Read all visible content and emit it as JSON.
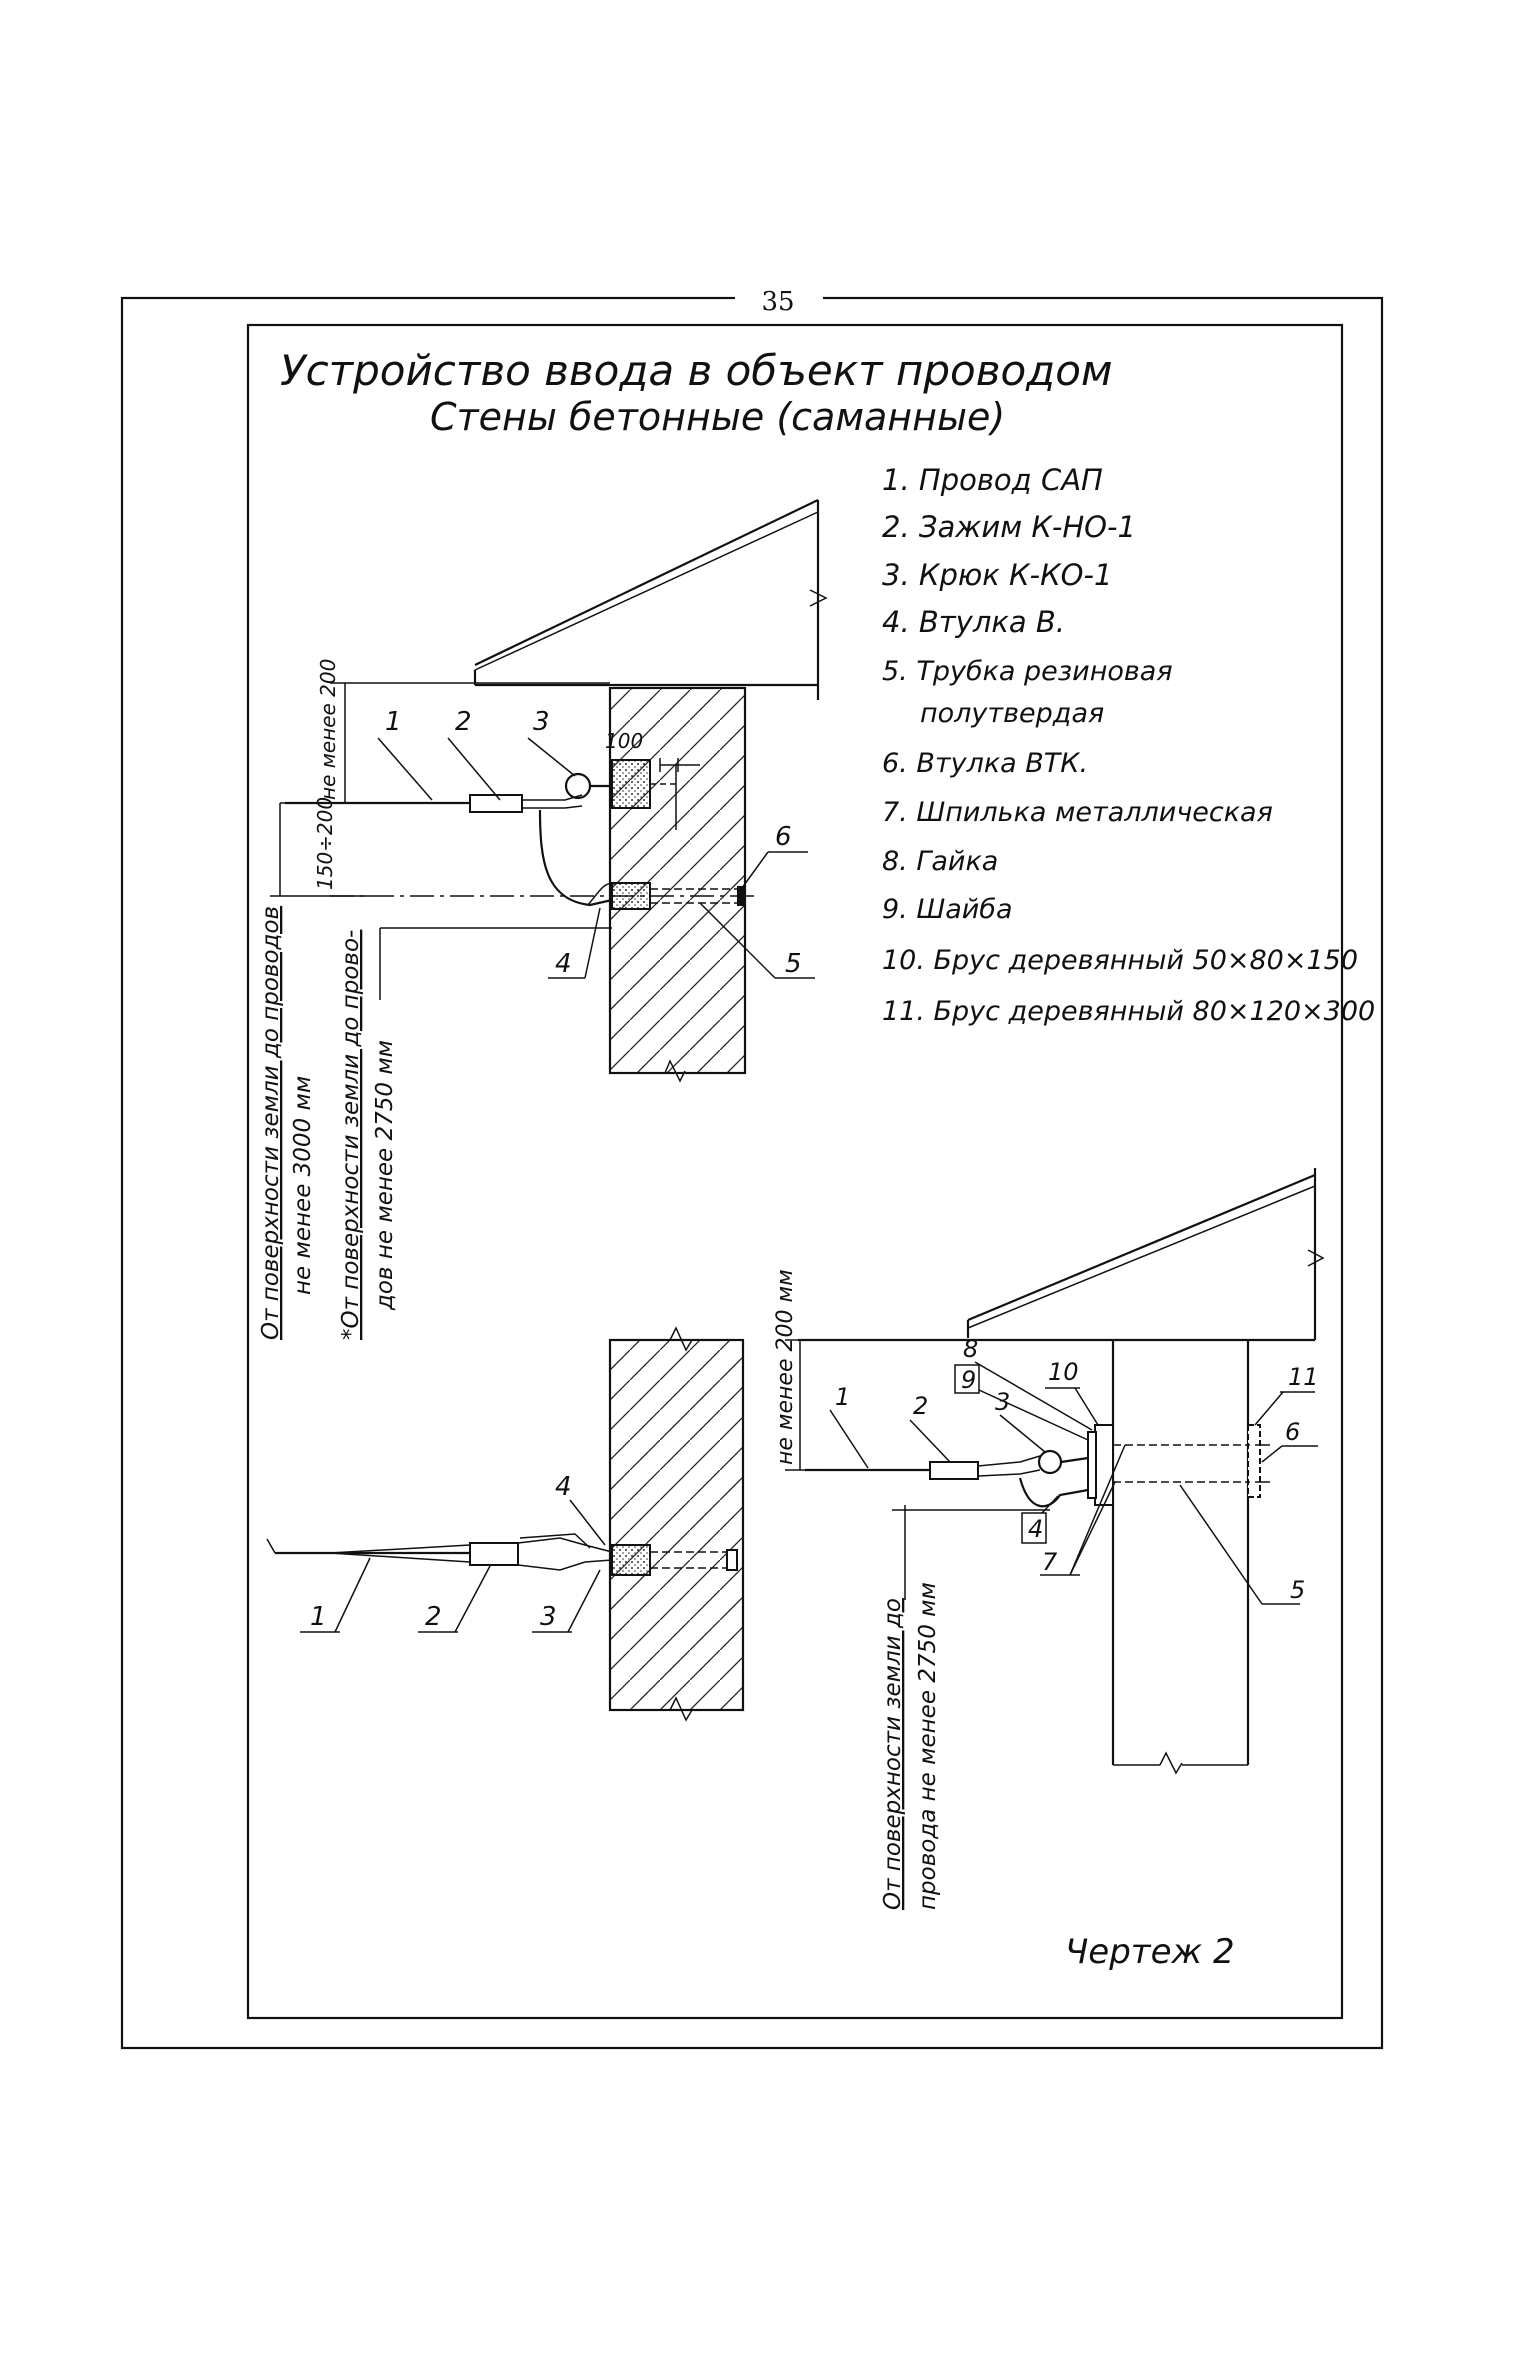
{
  "page_number": "35",
  "title_line1": "Устройство ввода в объект     проводом",
  "title_line2": "Стены бетонные (саманные)",
  "legend": [
    "1. Провод САП",
    "2. Зажим К-НО-1",
    "3. Крюк К-КО-1",
    "4. Втулка В.",
    "5. Трубка резиновая",
    "полутвердая",
    "6. Втулка ВТК.",
    "7. Шпилька металлическая",
    "8. Гайка",
    "9. Шайба",
    "10. Брус деревянный 50×80×150",
    "11. Брус деревянный 80×120×300"
  ],
  "dims": {
    "min200_a": "не менее 200",
    "min100": "100",
    "range150": "150÷200",
    "ground3000_a": "От поверхности земли до проводов",
    "ground3000_b": "не менее 3000 мм",
    "ground2750_a": "*От поверхности земли до прово-",
    "ground2750_b": "дов не менее 2750 мм",
    "min200_b": "не менее 200 мм",
    "ground2750_c": "От поверхности земли до",
    "ground2750_d": "провода не менее 2750 мм"
  },
  "callouts": {
    "c1": "1",
    "c2": "2",
    "c3": "3",
    "c4": "4",
    "c5": "5",
    "c6": "6",
    "c7": "7",
    "c8": "8",
    "c9": "9",
    "c10": "10",
    "c11": "11"
  },
  "drawing_label": "Чертеж 2"
}
